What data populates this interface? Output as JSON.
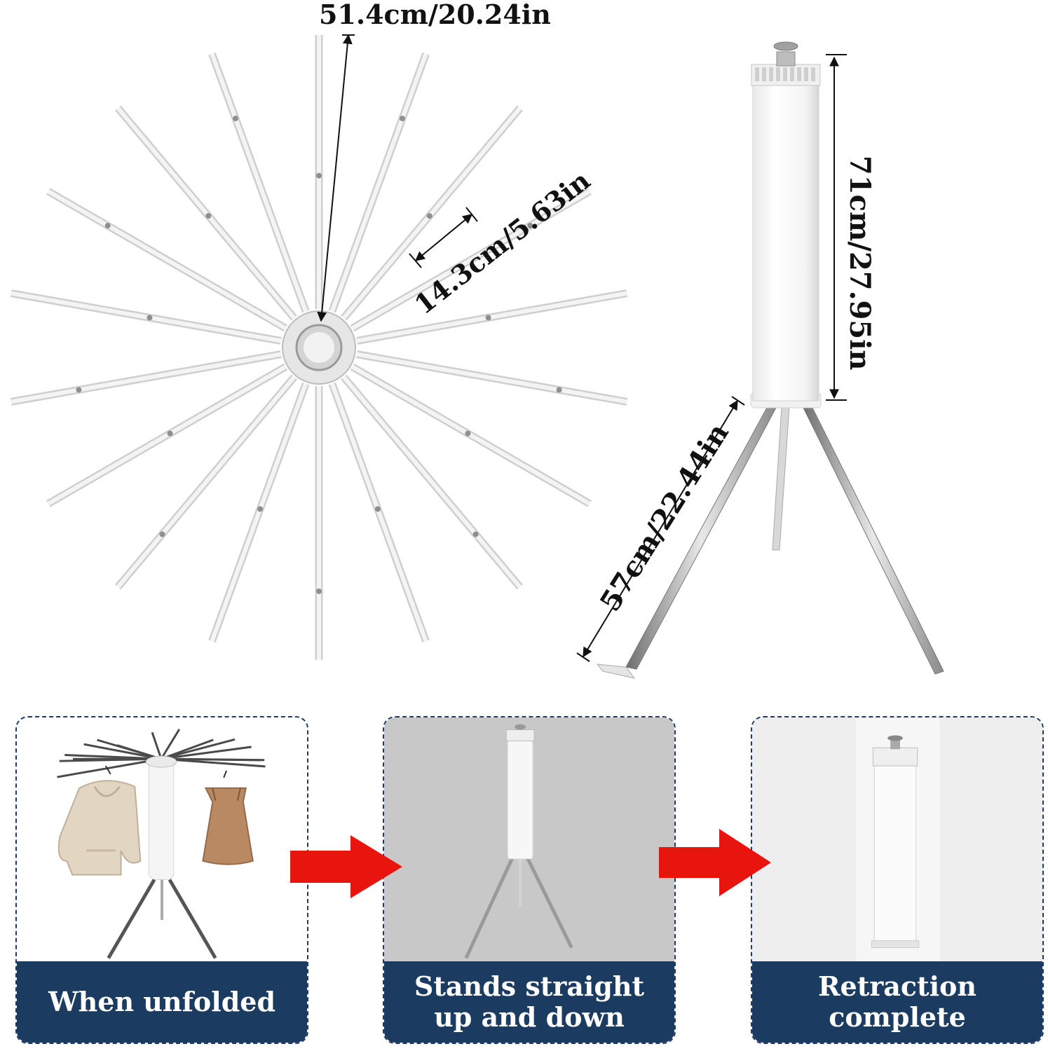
{
  "dimensions": {
    "arm_span": "51.4cm/20.24in",
    "arm_segment": "14.3cm/5.63in",
    "column_height": "71cm/27.95in",
    "leg_length": "57cm/22.44in"
  },
  "steps": [
    {
      "caption": "When unfolded"
    },
    {
      "caption": "Stands straight up and down"
    },
    {
      "caption": "Retraction complete"
    }
  ],
  "colors": {
    "caption_bg": "#1b3b60",
    "panel_border": "#1c3a6b",
    "arrow": "#e8150f"
  }
}
